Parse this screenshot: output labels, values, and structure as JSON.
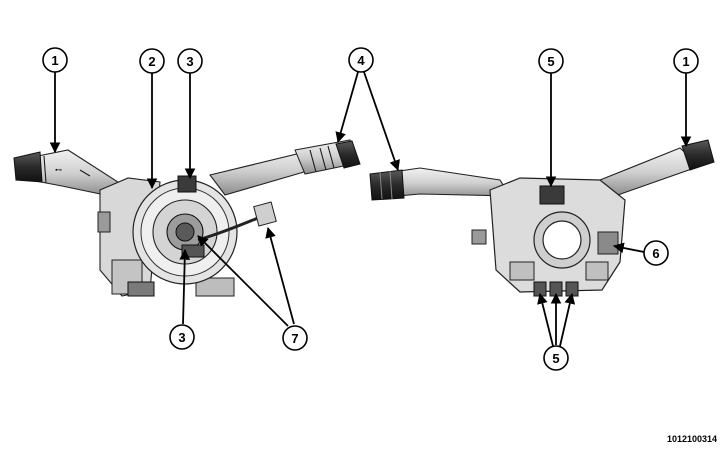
{
  "figure": {
    "reference_code": "1012100314",
    "colors": {
      "ink": "#000000",
      "part_light": "#e6e6e6",
      "part_mid": "#bdbdbd",
      "part_dark": "#3a3a3a"
    },
    "callouts": [
      {
        "id": "c1-left",
        "label": "1"
      },
      {
        "id": "c2",
        "label": "2"
      },
      {
        "id": "c3-top",
        "label": "3"
      },
      {
        "id": "c4",
        "label": "4"
      },
      {
        "id": "c5-top",
        "label": "5"
      },
      {
        "id": "c1-right",
        "label": "1"
      },
      {
        "id": "c6",
        "label": "6"
      },
      {
        "id": "c3-bottom",
        "label": "3"
      },
      {
        "id": "c7",
        "label": "7"
      },
      {
        "id": "c5-bottom",
        "label": "5"
      }
    ]
  }
}
